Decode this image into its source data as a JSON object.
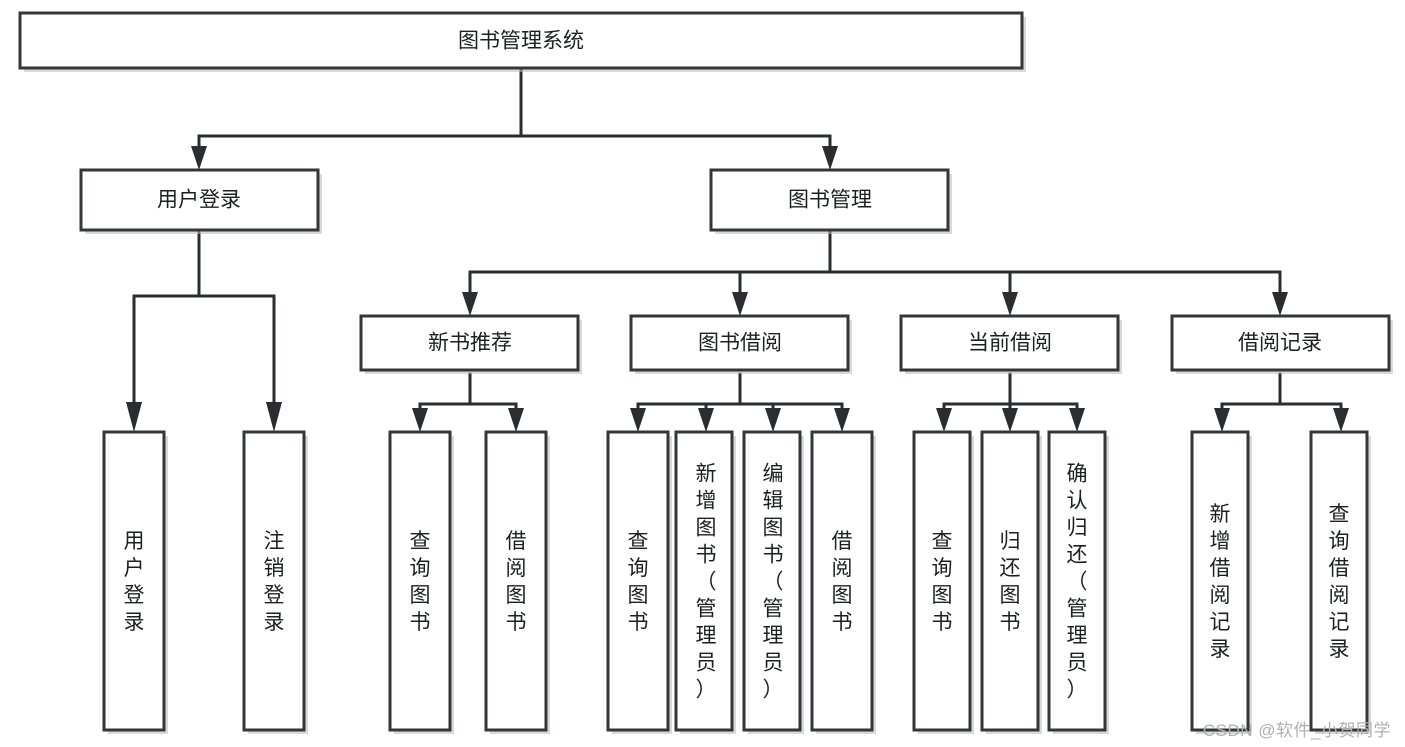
{
  "diagram": {
    "type": "tree-hierarchy-diagram",
    "title": "图书管理系统",
    "watermark": "CSDN @软件_小贺同学",
    "colors": {
      "box_stroke": "#33363b",
      "box_fill": "#ffffff",
      "connector": "#2b2d31",
      "text": "#1d1f22",
      "watermark": "#b0b0b0",
      "background": "#ffffff"
    },
    "levels": [
      {
        "level": 1,
        "nodes": [
          {
            "id": "root",
            "label": "图书管理系统",
            "orientation": "horizontal"
          }
        ]
      },
      {
        "level": 2,
        "nodes": [
          {
            "id": "login",
            "label": "用户登录",
            "orientation": "horizontal",
            "parent": "root"
          },
          {
            "id": "bookmgmt",
            "label": "图书管理",
            "orientation": "horizontal",
            "parent": "root"
          }
        ]
      },
      {
        "level": 3,
        "nodes": [
          {
            "id": "newbook",
            "label": "新书推荐",
            "orientation": "horizontal",
            "parent": "bookmgmt"
          },
          {
            "id": "borrow",
            "label": "图书借阅",
            "orientation": "horizontal",
            "parent": "bookmgmt"
          },
          {
            "id": "current",
            "label": "当前借阅",
            "orientation": "horizontal",
            "parent": "bookmgmt"
          },
          {
            "id": "records",
            "label": "借阅记录",
            "orientation": "horizontal",
            "parent": "bookmgmt"
          }
        ]
      },
      {
        "level": 4,
        "nodes": [
          {
            "id": "leaf-1",
            "label": "用户登录",
            "orientation": "vertical",
            "parent": "login"
          },
          {
            "id": "leaf-2",
            "label": "注销登录",
            "orientation": "vertical",
            "parent": "login"
          },
          {
            "id": "leaf-3",
            "label": "查询图书",
            "orientation": "vertical",
            "parent": "newbook"
          },
          {
            "id": "leaf-4",
            "label": "借阅图书",
            "orientation": "vertical",
            "parent": "newbook"
          },
          {
            "id": "leaf-5",
            "label": "查询图书",
            "orientation": "vertical",
            "parent": "borrow"
          },
          {
            "id": "leaf-6",
            "label": "新增图书（管理员）",
            "orientation": "vertical",
            "parent": "borrow"
          },
          {
            "id": "leaf-7",
            "label": "编辑图书（管理员）",
            "orientation": "vertical",
            "parent": "borrow"
          },
          {
            "id": "leaf-8",
            "label": "借阅图书",
            "orientation": "vertical",
            "parent": "borrow"
          },
          {
            "id": "leaf-9",
            "label": "查询图书",
            "orientation": "vertical",
            "parent": "current"
          },
          {
            "id": "leaf-10",
            "label": "归还图书",
            "orientation": "vertical",
            "parent": "current"
          },
          {
            "id": "leaf-11",
            "label": "确认归还（管理员）",
            "orientation": "vertical",
            "parent": "current"
          },
          {
            "id": "leaf-12",
            "label": "新增借阅记录",
            "orientation": "vertical",
            "parent": "records"
          },
          {
            "id": "leaf-13",
            "label": "查询借阅记录",
            "orientation": "vertical",
            "parent": "records"
          }
        ]
      }
    ]
  }
}
